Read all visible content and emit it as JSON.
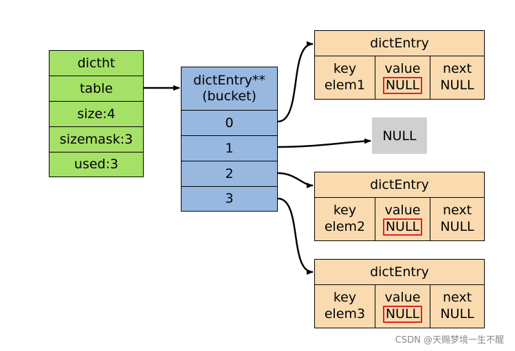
{
  "dictht": {
    "title": "dictht",
    "fields": [
      "table",
      "size:4",
      "sizemask:3",
      "used:3"
    ]
  },
  "bucket": {
    "title_line1": "dictEntry**",
    "title_line2": "(bucket)",
    "indices": [
      "0",
      "1",
      "2",
      "3"
    ]
  },
  "entries": [
    {
      "title": "dictEntry",
      "key_label": "key",
      "key_value": "elem1",
      "value_label": "value",
      "value_value": "NULL",
      "next_label": "next",
      "next_value": "NULL"
    },
    {
      "title": "dictEntry",
      "key_label": "key",
      "key_value": "elem2",
      "value_label": "value",
      "value_value": "NULL",
      "next_label": "next",
      "next_value": "NULL"
    },
    {
      "title": "dictEntry",
      "key_label": "key",
      "key_value": "elem3",
      "value_label": "value",
      "value_value": "NULL",
      "next_label": "next",
      "next_value": "NULL"
    }
  ],
  "bucket1_target": "NULL",
  "watermark": "CSDN @天赐梦境一生不醒",
  "colors": {
    "dictht_fill": "#a5e067",
    "bucket_fill": "#98b8e0",
    "entry_fill": "#fadbb0",
    "null_fill": "#d0d0d0",
    "highlight": "#e02020"
  }
}
